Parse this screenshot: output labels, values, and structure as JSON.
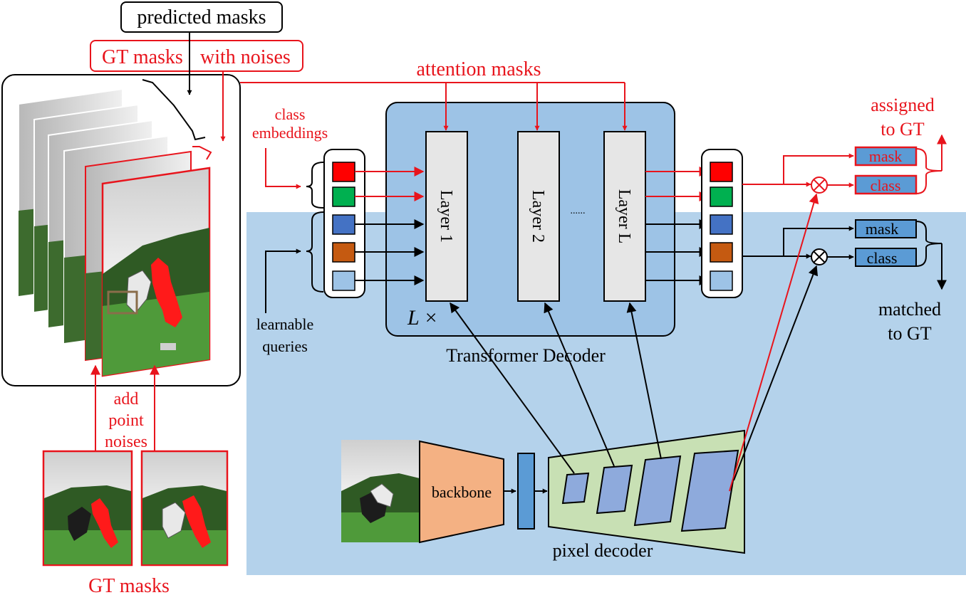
{
  "colors": {
    "red": "#e8141c",
    "black": "#000000",
    "light_blue_bg": "#b4d2eb",
    "decoder_bg": "#9dc3e6",
    "layer_fill": "#e6e6e6",
    "pixel_decoder_fill": "#c8e0b4",
    "feature_fill": "#8eaadc",
    "backbone_fill": "#f4b183",
    "mask_box_fill": "#5b9bd5",
    "query_red": "#ff0000",
    "query_green": "#00b050",
    "query_blue": "#4472c4",
    "query_orange": "#c55a11",
    "query_lightblue": "#9dc3e6"
  },
  "labels": {
    "predicted_masks": "predicted masks",
    "gt_masks_with": "GT masks",
    "with_noises": "with noises",
    "attention_masks": "attention masks",
    "class_embeddings_1": "class",
    "class_embeddings_2": "embeddings",
    "learnable_1": "learnable",
    "learnable_2": "queries",
    "assigned_1": "assigned",
    "assigned_2": "to GT",
    "matched_1": "matched",
    "matched_2": "to GT",
    "add_noise_1": "add",
    "add_noise_2": "point",
    "add_noise_3": "noises",
    "gt_masks_bottom": "GT masks",
    "transformer_decoder": "Transformer Decoder",
    "l_times": "L ×",
    "dots": "......",
    "layer1": "Layer 1",
    "layer2": "Layer 2",
    "layerL": "Layer L",
    "mask": "mask",
    "class": "class",
    "backbone": "backbone",
    "pixel_decoder": "pixel decoder"
  },
  "icons": {
    "multiply": "circled-times-icon"
  }
}
